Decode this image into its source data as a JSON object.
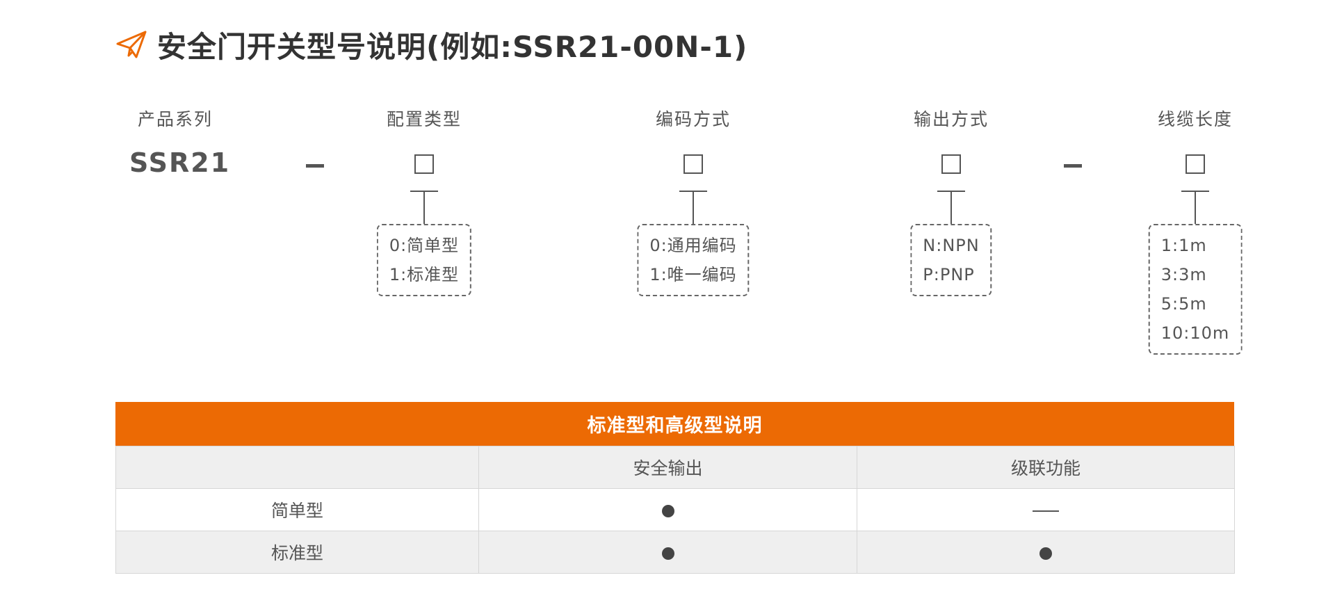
{
  "title": {
    "icon": "paper-plane-icon",
    "text": "安全门开关型号说明(例如:SSR21-00N-1)",
    "accent_color": "#ec6a04"
  },
  "model_code": {
    "columns": [
      {
        "label": "产品系列",
        "value": "SSR21"
      },
      {
        "label": "配置类型",
        "options": [
          "0:简单型",
          "1:标准型"
        ]
      },
      {
        "label": "编码方式",
        "options": [
          "0:通用编码",
          "1:唯一编码"
        ]
      },
      {
        "label": "输出方式",
        "options": [
          "N:NPN",
          "P:PNP"
        ]
      },
      {
        "label": "线缆长度",
        "options": [
          "1:1m",
          "3:3m",
          "5:5m",
          "10:10m"
        ]
      }
    ]
  },
  "comparison_table": {
    "title": "标准型和高级型说明",
    "header_color": "#ec6a04",
    "columns": [
      "",
      "安全输出",
      "级联功能"
    ],
    "rows": [
      {
        "label": "简单型",
        "cells": [
          "dot",
          "line"
        ]
      },
      {
        "label": "标准型",
        "cells": [
          "dot",
          "dot"
        ]
      }
    ]
  }
}
